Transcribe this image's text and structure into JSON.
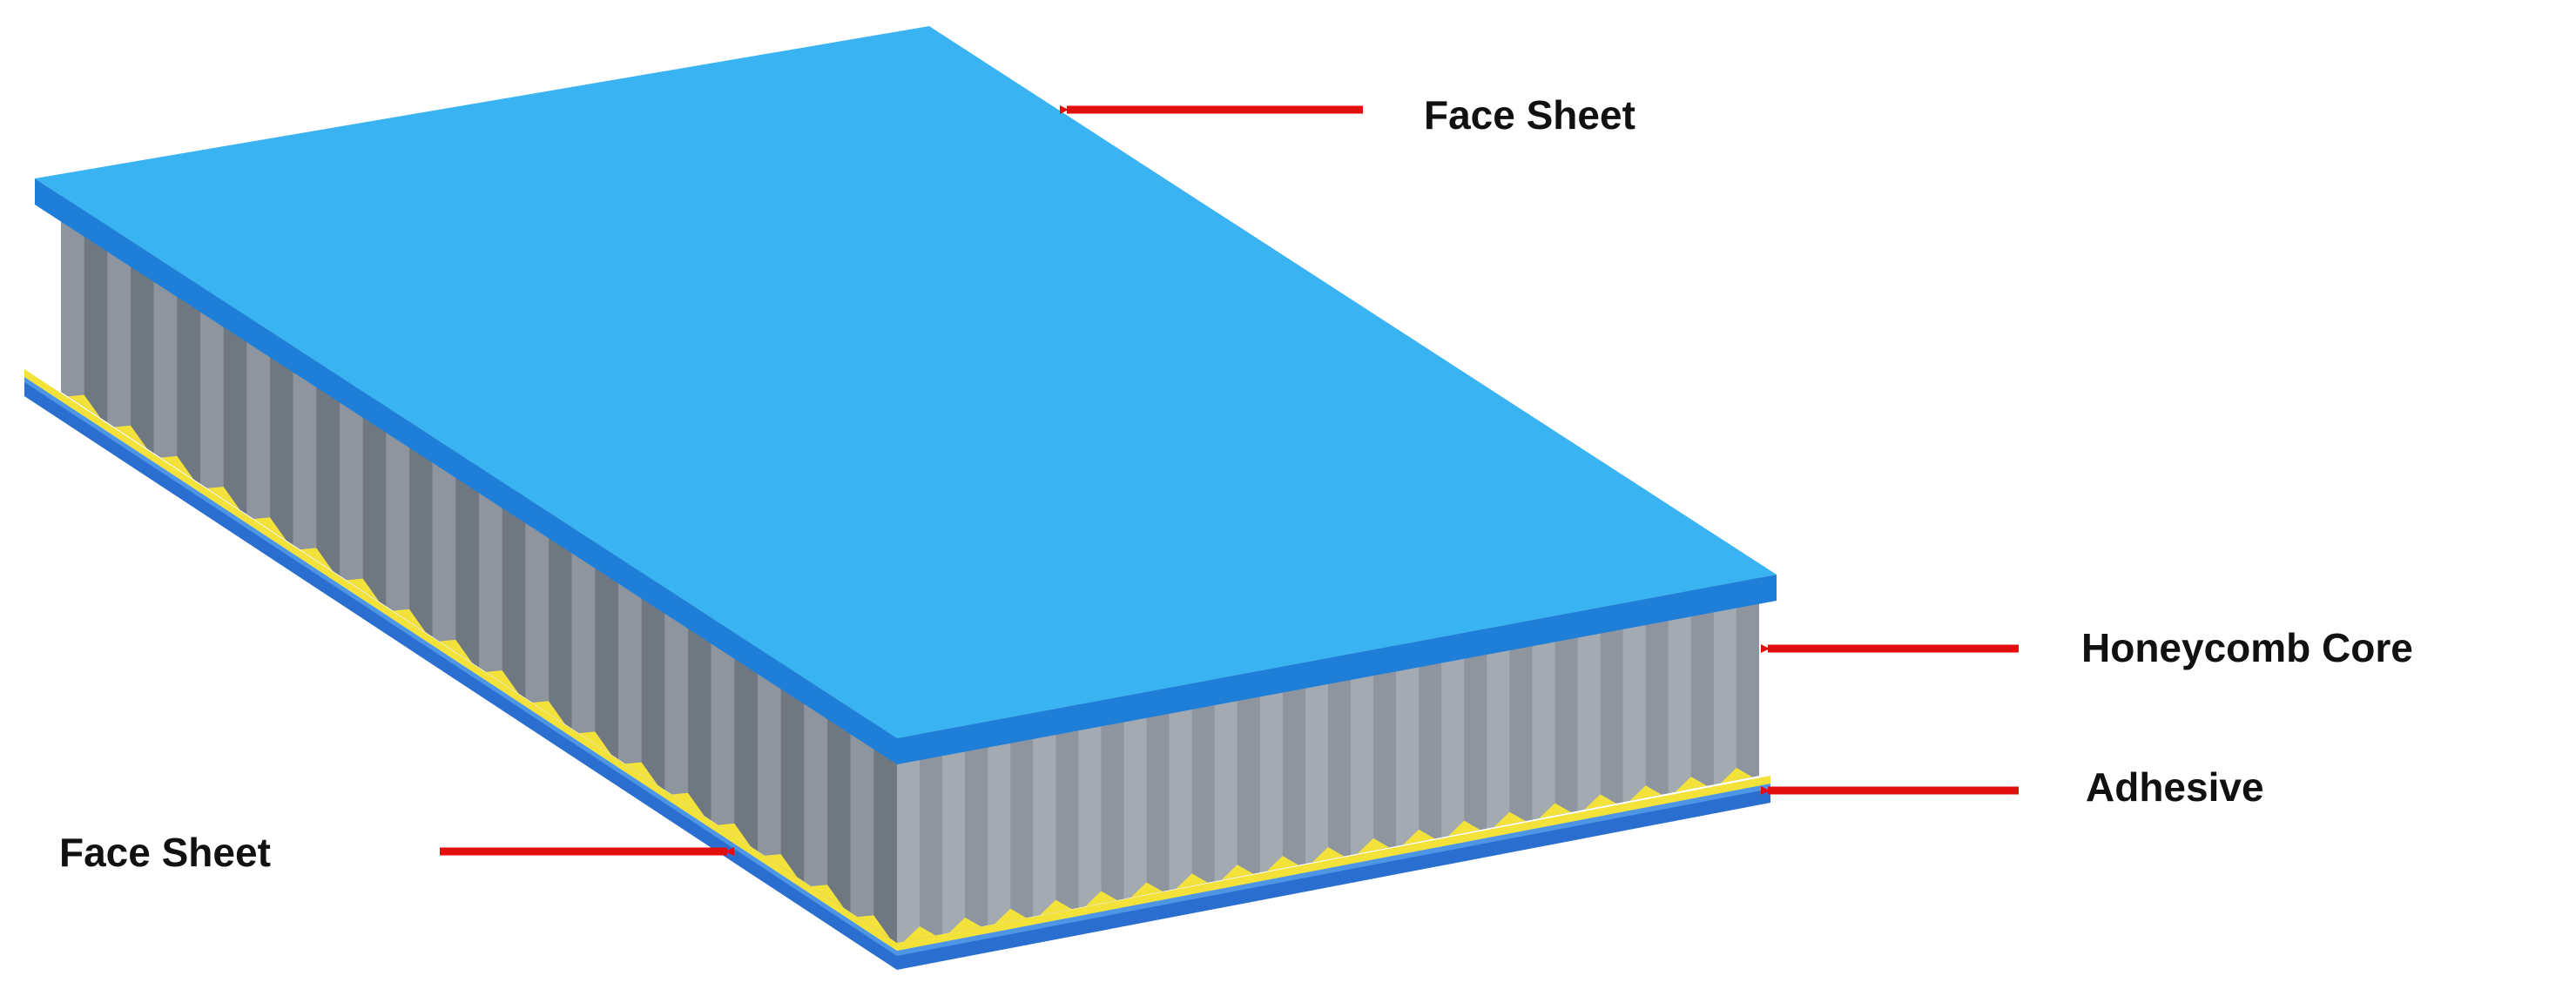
{
  "labels": {
    "top_face_sheet": "Face Sheet",
    "honeycomb_core": "Honeycomb Core",
    "adhesive": "Adhesive",
    "bottom_face_sheet": "Face Sheet"
  },
  "colors": {
    "face_sheet_top": "#39b3f2",
    "face_sheet_edge": "#1f7fd8",
    "bottom_sheet": "#2a6fd0",
    "core_light": "#a4aab2",
    "core_mid": "#8e959e",
    "core_dark": "#6f7780",
    "adhesive": "#f3e23a",
    "arrow": "#e10e0e"
  }
}
